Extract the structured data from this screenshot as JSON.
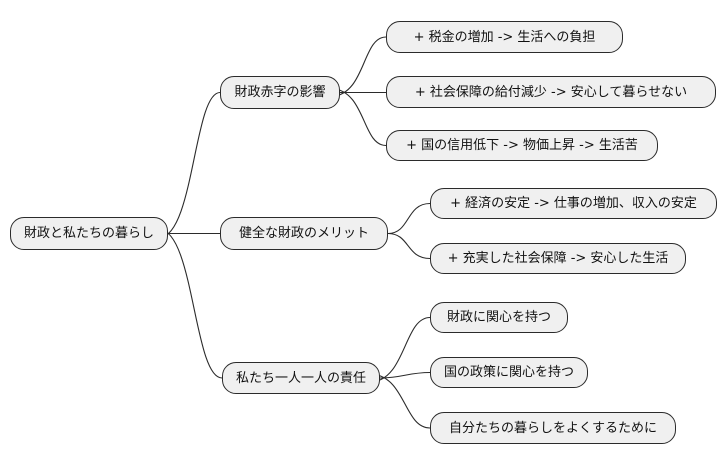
{
  "style": {
    "node_fill": "#f0f0f0",
    "node_border": "#2b2b2b",
    "edge_color": "#2b2b2b",
    "text_color": "#111111",
    "background": "#ffffff"
  },
  "mindmap": {
    "root": {
      "label": "財政と私たちの暮らし"
    },
    "branches": [
      {
        "label": "財政赤字の影響",
        "children": [
          "+ 税金の増加 -> 生活への負担",
          "+ 社会保障の給付減少 -> 安心して暮らせない",
          "+ 国の信用低下 -> 物価上昇 -> 生活苦"
        ]
      },
      {
        "label": "健全な財政のメリット",
        "children": [
          "+ 経済の安定 -> 仕事の増加、収入の安定",
          "+ 充実した社会保障 -> 安心した生活"
        ]
      },
      {
        "label": "私たち一人一人の責任",
        "children": [
          "財政に関心を持つ",
          "国の政策に関心を持つ",
          "自分たちの暮らしをよくするために"
        ]
      }
    ]
  }
}
